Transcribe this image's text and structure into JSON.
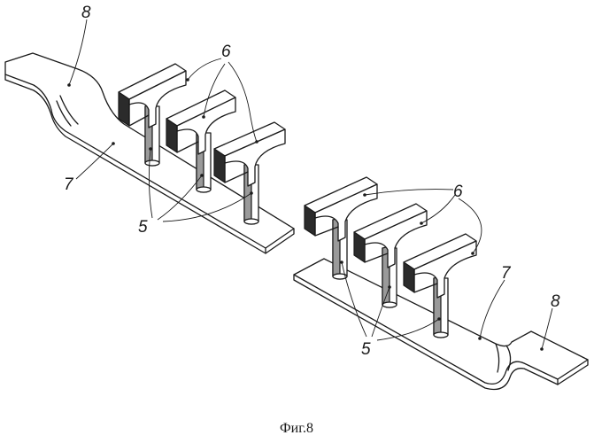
{
  "figure": {
    "caption": "Фиг.8",
    "labels": {
      "left_bracket": "8",
      "left_strip": "7",
      "left_pins": "5",
      "left_heads": "6",
      "right_heads": "6",
      "right_strip": "7",
      "right_bracket": "8",
      "right_pins": "5"
    }
  }
}
